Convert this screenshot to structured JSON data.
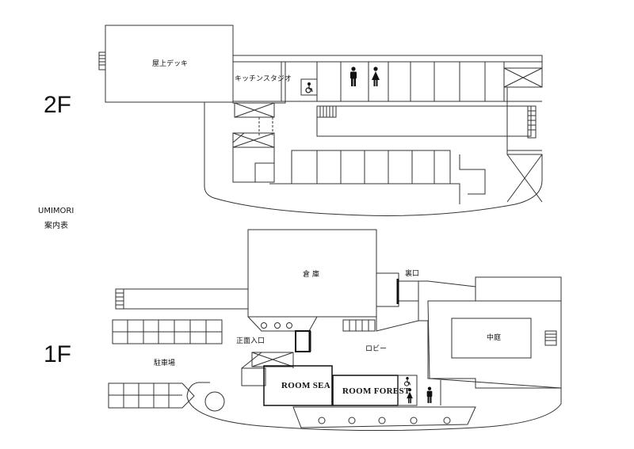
{
  "title": {
    "line1": "UMIMORI",
    "line2": "案内表"
  },
  "floors": {
    "f2": "2F",
    "f1": "1F"
  },
  "rooms2f": {
    "deck": "屋上デッキ",
    "kitchen": "キッチンスタジオ"
  },
  "rooms1f": {
    "storage": "倉 庫",
    "back_entrance": "裏口",
    "main_entrance": "正面入口",
    "lobby": "ロビー",
    "courtyard": "中庭",
    "parking": "駐車場",
    "room_sea": "ROOM SEA",
    "room_forest": "ROOM FOREST"
  },
  "icons": [
    "wheelchair-icon",
    "male-restroom-icon",
    "female-restroom-icon"
  ]
}
